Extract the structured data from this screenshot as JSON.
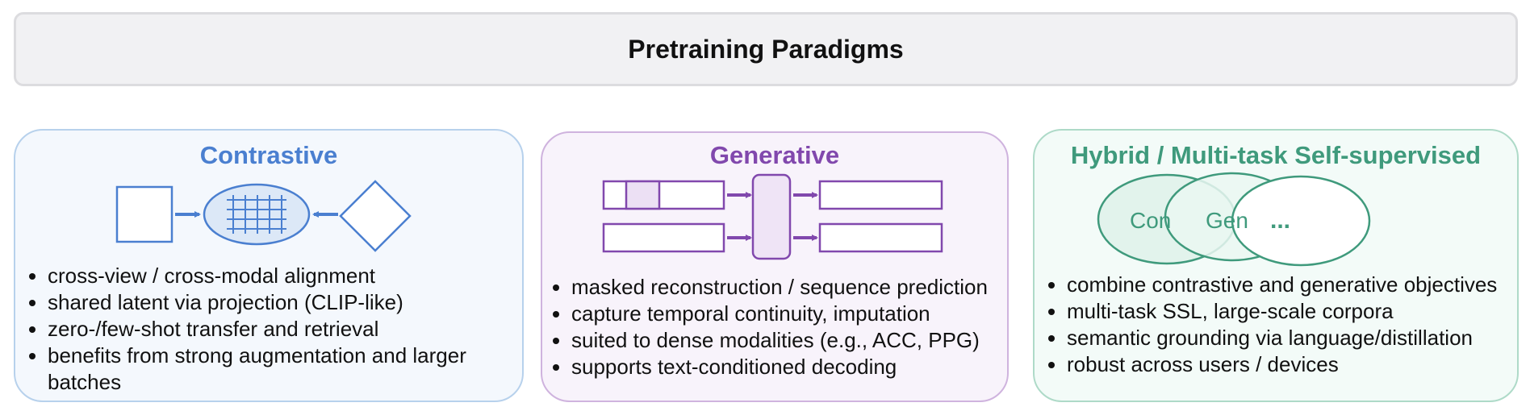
{
  "header": {
    "title": "Pretraining Paradigms"
  },
  "panels": [
    {
      "title": "Contrastive",
      "color": "#4a7fd0",
      "bullets": [
        "cross-view / cross-modal alignment",
        "shared latent via projection (CLIP-like)",
        "zero-/few-shot transfer and retrieval",
        "benefits from strong augmentation and larger batches"
      ]
    },
    {
      "title": "Generative",
      "color": "#8148ad",
      "bullets": [
        "masked reconstruction / sequence prediction",
        "capture temporal continuity, imputation",
        "suited to dense modalities (e.g., ACC, PPG)",
        "supports text-conditioned decoding"
      ]
    },
    {
      "title": "Hybrid / Multi-task Self-supervised",
      "color": "#3f9a7c",
      "venn_labels": [
        "Con",
        "Gen",
        "..."
      ],
      "bullets": [
        "combine contrastive and generative objectives",
        "multi-task SSL, large-scale corpora",
        "semantic grounding via language/distillation",
        "robust across users / devices"
      ]
    }
  ]
}
